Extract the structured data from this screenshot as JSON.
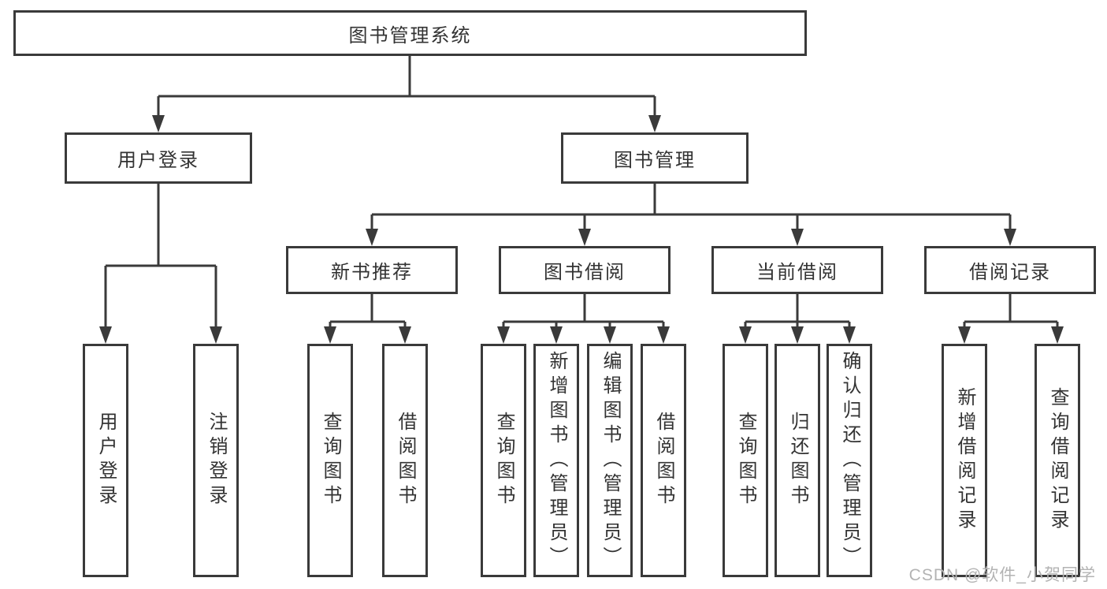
{
  "tree": {
    "root": {
      "label": "图书管理系统"
    },
    "level2": [
      {
        "label": "用户登录",
        "children": [
          {
            "label": "用户登录"
          },
          {
            "label": "注销登录"
          }
        ]
      },
      {
        "label": "图书管理",
        "children": [
          {
            "label": "新书推荐",
            "children": [
              {
                "label": "查询图书"
              },
              {
                "label": "借阅图书"
              }
            ]
          },
          {
            "label": "图书借阅",
            "children": [
              {
                "label": "查询图书"
              },
              {
                "label": "新增图书（管理员）"
              },
              {
                "label": "编辑图书（管理员）"
              },
              {
                "label": "借阅图书"
              }
            ]
          },
          {
            "label": "当前借阅",
            "children": [
              {
                "label": "查询图书"
              },
              {
                "label": "归还图书"
              },
              {
                "label": "确认归还（管理员）"
              }
            ]
          },
          {
            "label": "借阅记录",
            "children": [
              {
                "label": "新增借阅记录"
              },
              {
                "label": "查询借阅记录"
              }
            ]
          }
        ]
      }
    ]
  },
  "watermark": {
    "text": "CSDN @软件_小贺同学"
  },
  "colors": {
    "line": "#3a3a3a",
    "text": "#333333",
    "watermark": "#b3b3b3",
    "background": "#ffffff"
  }
}
